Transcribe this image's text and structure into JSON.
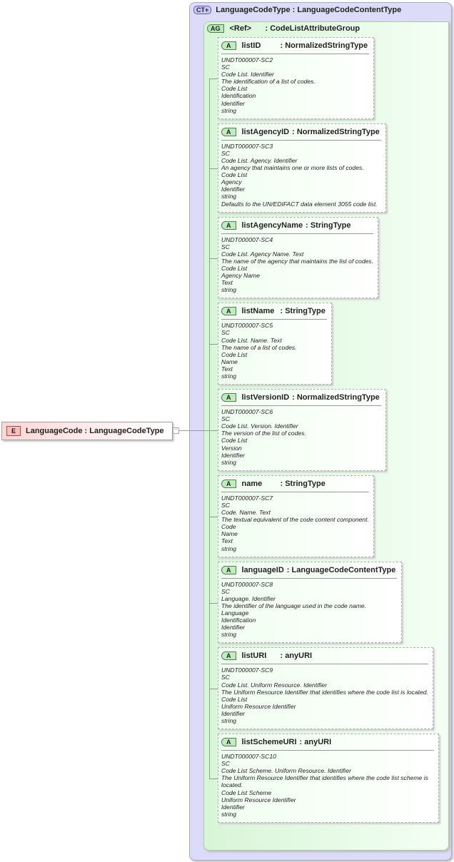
{
  "element": {
    "badge": "E",
    "name": "LanguageCode",
    "type": ": LanguageCodeType",
    "collapse": "−"
  },
  "complex_type": {
    "badge": "CT+",
    "name": "LanguageCodeType",
    "type": ": LanguageCodeContentType"
  },
  "attribute_group": {
    "badge": "AG",
    "name": "<Ref>",
    "type": ": CodeListAttributeGroup"
  },
  "attributes": [
    {
      "badge": "A",
      "name": "listID",
      "type": ": NormalizedStringType",
      "doc": [
        "UNDT000007-SC2",
        "SC",
        "Code List. Identifier",
        "The identification of a list of codes.",
        "Code List",
        "Identification",
        "Identifier",
        "string"
      ]
    },
    {
      "badge": "A",
      "name": "listAgencyID",
      "type": ": NormalizedStringType",
      "doc": [
        "UNDT000007-SC3",
        "SC",
        "Code List. Agency. Identifier",
        "An agency that maintains one or more lists of codes.",
        "Code List",
        "Agency",
        "Identifier",
        "string",
        "Defaults to the UN/EDIFACT data element 3055 code list."
      ]
    },
    {
      "badge": "A",
      "name": "listAgencyName",
      "type": ": StringType",
      "doc": [
        "UNDT000007-SC4",
        "SC",
        "Code List. Agency Name. Text",
        "The name of the agency that maintains the list of codes.",
        "Code List",
        "Agency Name",
        "Text",
        "string"
      ]
    },
    {
      "badge": "A",
      "name": "listName",
      "type": ": StringType",
      "doc": [
        "UNDT000007-SC5",
        "SC",
        "Code List. Name. Text",
        "The name of a list of codes.",
        "Code List",
        "Name",
        "Text",
        "string"
      ]
    },
    {
      "badge": "A",
      "name": "listVersionID",
      "type": ": NormalizedStringType",
      "doc": [
        "UNDT000007-SC6",
        "SC",
        "Code List. Version. Identifier",
        "The version of the list of codes.",
        "Code List",
        "Version",
        "Identifier",
        "string"
      ]
    },
    {
      "badge": "A",
      "name": "name",
      "type": ": StringType",
      "doc": [
        "UNDT000007-SC7",
        "SC",
        "Code. Name. Text",
        "The textual equivalent of the code content component.",
        "Code",
        "Name",
        "Text",
        "string"
      ]
    },
    {
      "badge": "A",
      "name": "languageID",
      "type": ": LanguageCodeContentType",
      "doc": [
        "UNDT000007-SC8",
        "SC",
        "Language. Identifier",
        "The identifier of the language used in the code name.",
        "Language",
        "Identification",
        "Identifier",
        "string"
      ]
    },
    {
      "badge": "A",
      "name": "listURI",
      "type": ": anyURI",
      "doc": [
        "UNDT000007-SC9",
        "SC",
        "Code List. Uniform Resource. Identifier",
        "The Uniform Resource Identifier that identifies where the code list is located.",
        "Code List",
        "Uniform Resource Identifier",
        "Identifier",
        "string"
      ]
    },
    {
      "badge": "A",
      "name": "listSchemeURI",
      "type": ": anyURI",
      "doc": [
        "UNDT000007-SC10",
        "SC",
        "Code List Scheme. Uniform Resource. Identifier",
        "The Uniform Resource Identifier that identifies where the code list scheme is located.",
        "Code List Scheme",
        "Uniform Resource Identifier",
        "Identifier",
        "string"
      ]
    }
  ]
}
